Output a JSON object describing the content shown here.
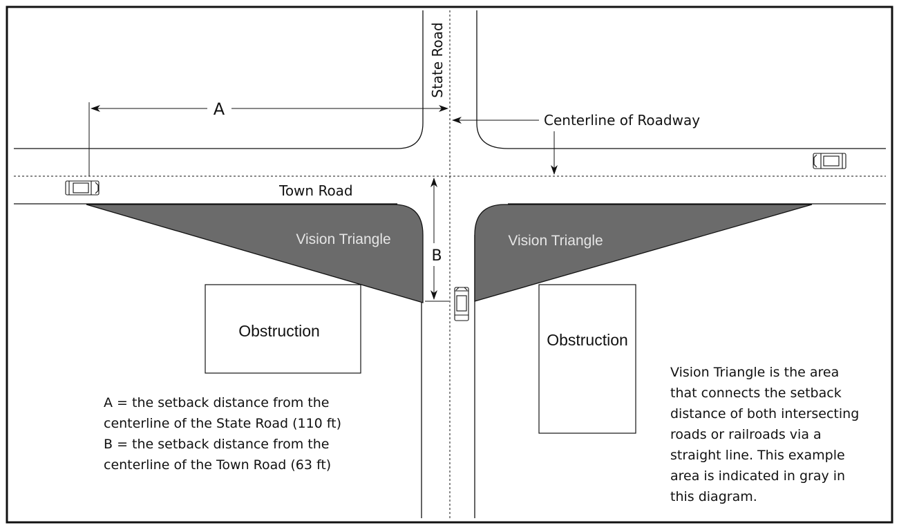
{
  "labels": {
    "state_road": "State Road",
    "town_road": "Town Road",
    "centerline": "Centerline of Roadway",
    "dimension_a": "A",
    "dimension_b": "B",
    "vision_triangle_left": "Vision Triangle",
    "vision_triangle_right": "Vision Triangle",
    "obstruction_left": "Obstruction",
    "obstruction_right": "Obstruction"
  },
  "legend_left": {
    "lines": [
      "A = the setback distance from the",
      "centerline of the State Road (110 ft)",
      "B = the setback distance from the",
      "centerline of the Town Road (63 ft)"
    ]
  },
  "legend_right": {
    "lines": [
      "Vision Triangle is the area",
      "that connects the setback",
      "distance of both intersecting",
      "roads or railroads via a",
      "straight line.  This example",
      "area is indicated in gray in",
      "this diagram."
    ]
  },
  "colors": {
    "vision_triangle_fill": "#6b6b6b",
    "line": "#111111",
    "vision_label": "#e6e6e6"
  }
}
